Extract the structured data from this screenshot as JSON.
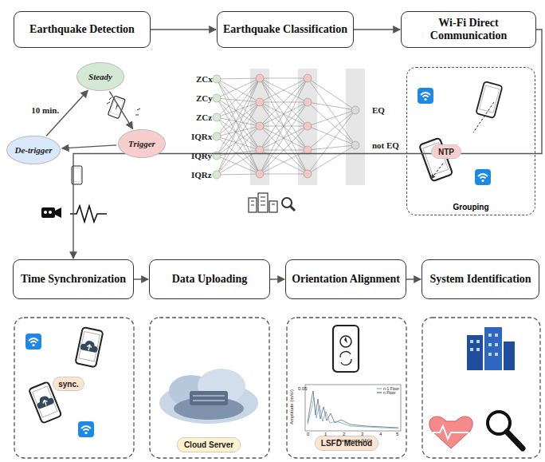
{
  "diagram": {
    "nodes": [
      {
        "text": [
          "Earthquake Detection"
        ]
      },
      {
        "text": [
          "Earthquake Classification"
        ]
      },
      {
        "text": [
          "Wi-Fi Direct Communication"
        ]
      },
      {
        "text": [
          "Steady"
        ]
      },
      {
        "text": [
          "Trigger"
        ]
      },
      {
        "text": [
          "De-trigger"
        ]
      },
      {
        "text": [
          "Grouping"
        ]
      },
      {
        "text": [
          "NTP"
        ],
        "in": 6
      },
      {
        "text": [
          "Time Synchronization"
        ]
      },
      {
        "text": [
          "Data Uploading"
        ]
      },
      {
        "text": [
          "Orientation Alignment"
        ]
      },
      {
        "text": [
          "System Identification"
        ]
      },
      {
        "text": [
          "sync."
        ]
      },
      {
        "text": [
          "Cloud Server"
        ]
      },
      {
        "text": [
          "LSFD Method"
        ]
      }
    ],
    "edges": [
      {
        "from": 3,
        "to": 4,
        "arrow": "to"
      },
      {
        "from": 4,
        "to": 5,
        "arrow": "to"
      },
      {
        "from": 5,
        "to": 3,
        "label": "10 min.",
        "arrow": "to"
      },
      {
        "from": 0,
        "to": 1,
        "arrow": "to"
      },
      {
        "from": 1,
        "to": 2,
        "arrow": "to"
      },
      {
        "from": 2,
        "to": 8,
        "arrow": "to"
      },
      {
        "from": 8,
        "to": 9,
        "arrow": "to"
      },
      {
        "from": 9,
        "to": 10,
        "arrow": "to"
      },
      {
        "from": 10,
        "to": 11,
        "arrow": "to"
      }
    ],
    "labels": [
      "ZCx",
      "ZCy",
      "ZCz",
      "IQRx",
      "IQRy",
      "IQRz",
      "EQ",
      "not EQ",
      "0.05",
      "0",
      "1",
      "2",
      "3",
      "4",
      "5",
      "Frequency (Hz)",
      "Amplitude (m/s²)",
      "n-1 Floor",
      "n Floor"
    ]
  }
}
